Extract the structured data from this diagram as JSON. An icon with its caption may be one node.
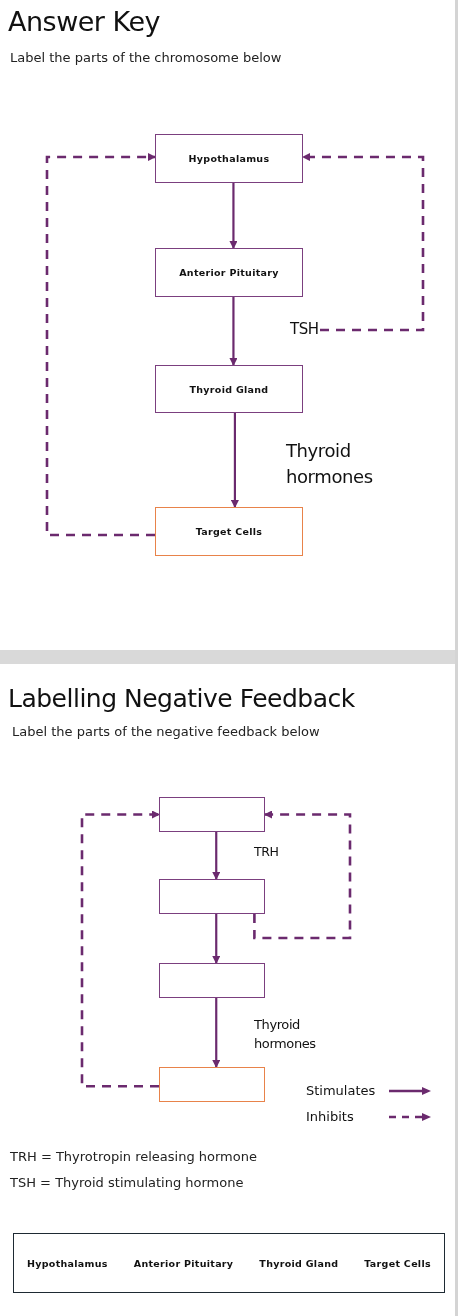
{
  "diagram": {
    "title": "Answer Key",
    "nodes": [
      {
        "text": [
          "Hypothalamus"
        ]
      },
      {
        "text": [
          "Anterior Pituitary"
        ]
      },
      {
        "text": [
          "Thyroid Gland"
        ]
      },
      {
        "text": [
          "Target Cells"
        ]
      },
      {
        "text": [
          "TSH"
        ]
      },
      {
        "text": [],
        "shape": "box"
      },
      {
        "text": [],
        "shape": "box"
      },
      {
        "text": [],
        "shape": "box"
      },
      {
        "text": [],
        "shape": "box"
      },
      {
        "text": [
          "Hypothalamus",
          "Anterior Pituitary",
          "Thyroid Gland",
          "Target Cells"
        ]
      }
    ],
    "edges": [
      {
        "from": 0,
        "to": 1,
        "arrow": "to"
      },
      {
        "from": 1,
        "to": 2,
        "arrow": "to"
      },
      {
        "from": 2,
        "to": 3,
        "arrow": "to",
        "label": "Thyroid hormones"
      },
      {
        "from": 3,
        "to": 0,
        "arrow": "to",
        "style": "dashed"
      },
      {
        "from": 4,
        "to": 0,
        "arrow": "to",
        "style": "dashed"
      },
      {
        "from": 5,
        "to": 6,
        "arrow": "to",
        "label": "TRH"
      },
      {
        "from": 6,
        "to": 7,
        "arrow": "to"
      },
      {
        "from": 7,
        "to": 8,
        "arrow": "to",
        "label": "Thyroid hormones"
      },
      {
        "from": 8,
        "to": 5,
        "arrow": "to",
        "style": "dashed"
      },
      {
        "from": 6,
        "to": 5,
        "arrow": "to",
        "style": "dashed"
      }
    ],
    "labels": [
      "Label the parts of the chromosome below",
      "Labelling Negative Feedback",
      "Label the parts of the negative feedback below",
      "TRH = Thyrotropin releasing hormone",
      "TSH = Thyroid stimulating hormone"
    ],
    "legend": [
      {
        "text": "Stimulates"
      },
      {
        "text": "Inhibits"
      }
    ]
  }
}
